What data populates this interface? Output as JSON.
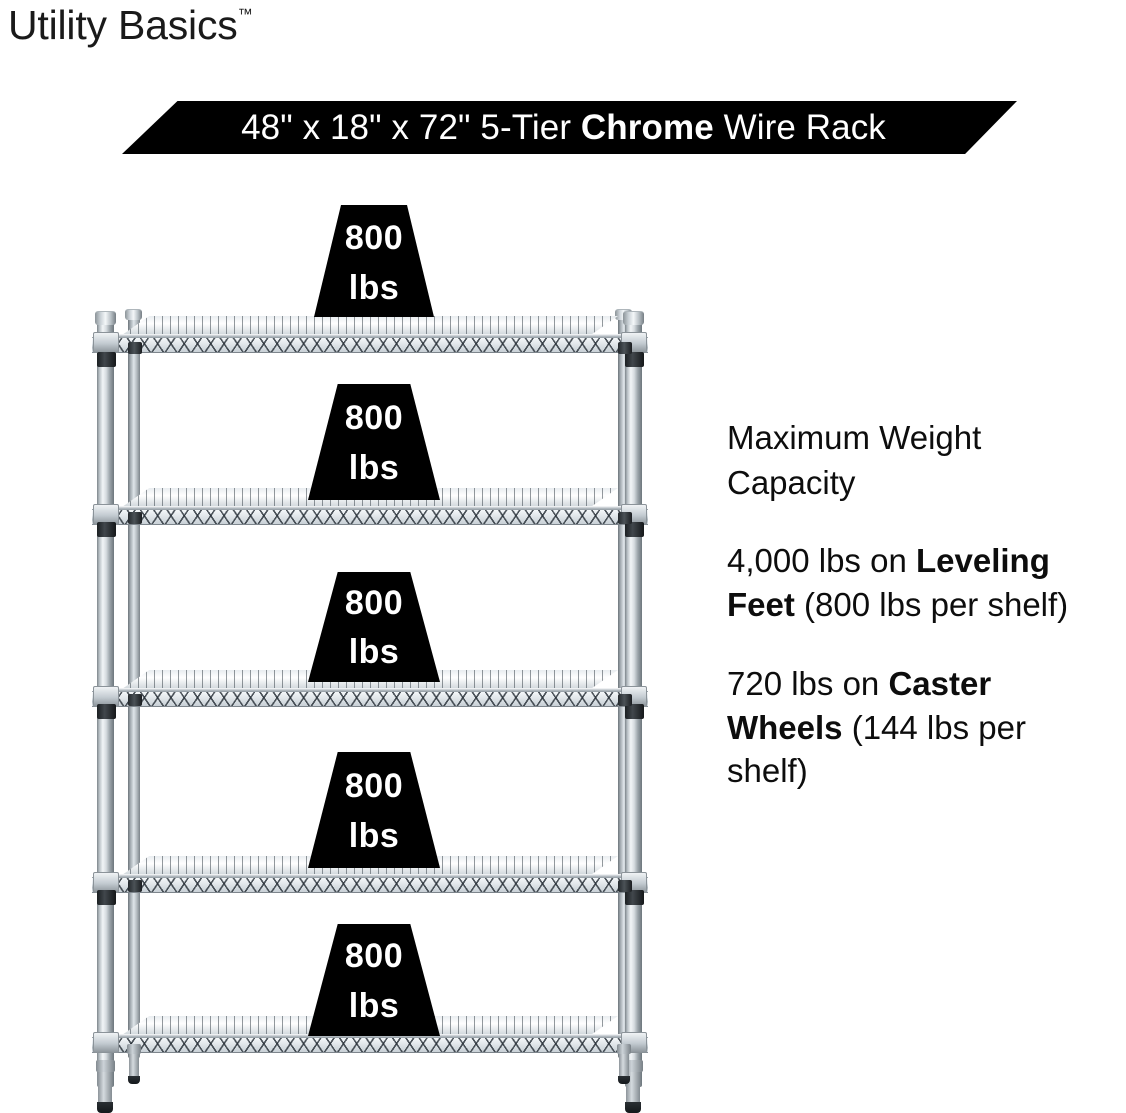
{
  "brand": {
    "name": "Utility Basics",
    "trademark": "™"
  },
  "banner": {
    "dimensions": "48\" x 18\" x 72\"",
    "tier": "5-Tier",
    "finish": "Chrome",
    "product": "Wire Rack",
    "full_text": "48\" x 18\" x 72\" 5-Tier Chrome Wire Rack",
    "background_color": "#000000",
    "text_color": "#ffffff"
  },
  "specs": {
    "heading": "Maximum Weight Capacity",
    "items": [
      {
        "lead": "4,000 lbs on ",
        "emphasis": "Leveling Feet",
        "trail": " (800 lbs per shelf)",
        "total": "4,000 lbs",
        "per_shelf": "800 lbs"
      },
      {
        "lead": "720 lbs on ",
        "emphasis": "Caster Wheels",
        "trail": " (144 lbs per shelf)",
        "total": "720 lbs",
        "per_shelf": "144 lbs"
      }
    ]
  },
  "rack": {
    "tier_count": 5,
    "frame_color": "#c9d0d6",
    "callout_color": "#000000",
    "callouts": [
      {
        "num": "800",
        "unit": "lbs"
      },
      {
        "num": "800",
        "unit": "lbs"
      },
      {
        "num": "800",
        "unit": "lbs"
      },
      {
        "num": "800",
        "unit": "lbs"
      },
      {
        "num": "800",
        "unit": "lbs"
      }
    ]
  }
}
